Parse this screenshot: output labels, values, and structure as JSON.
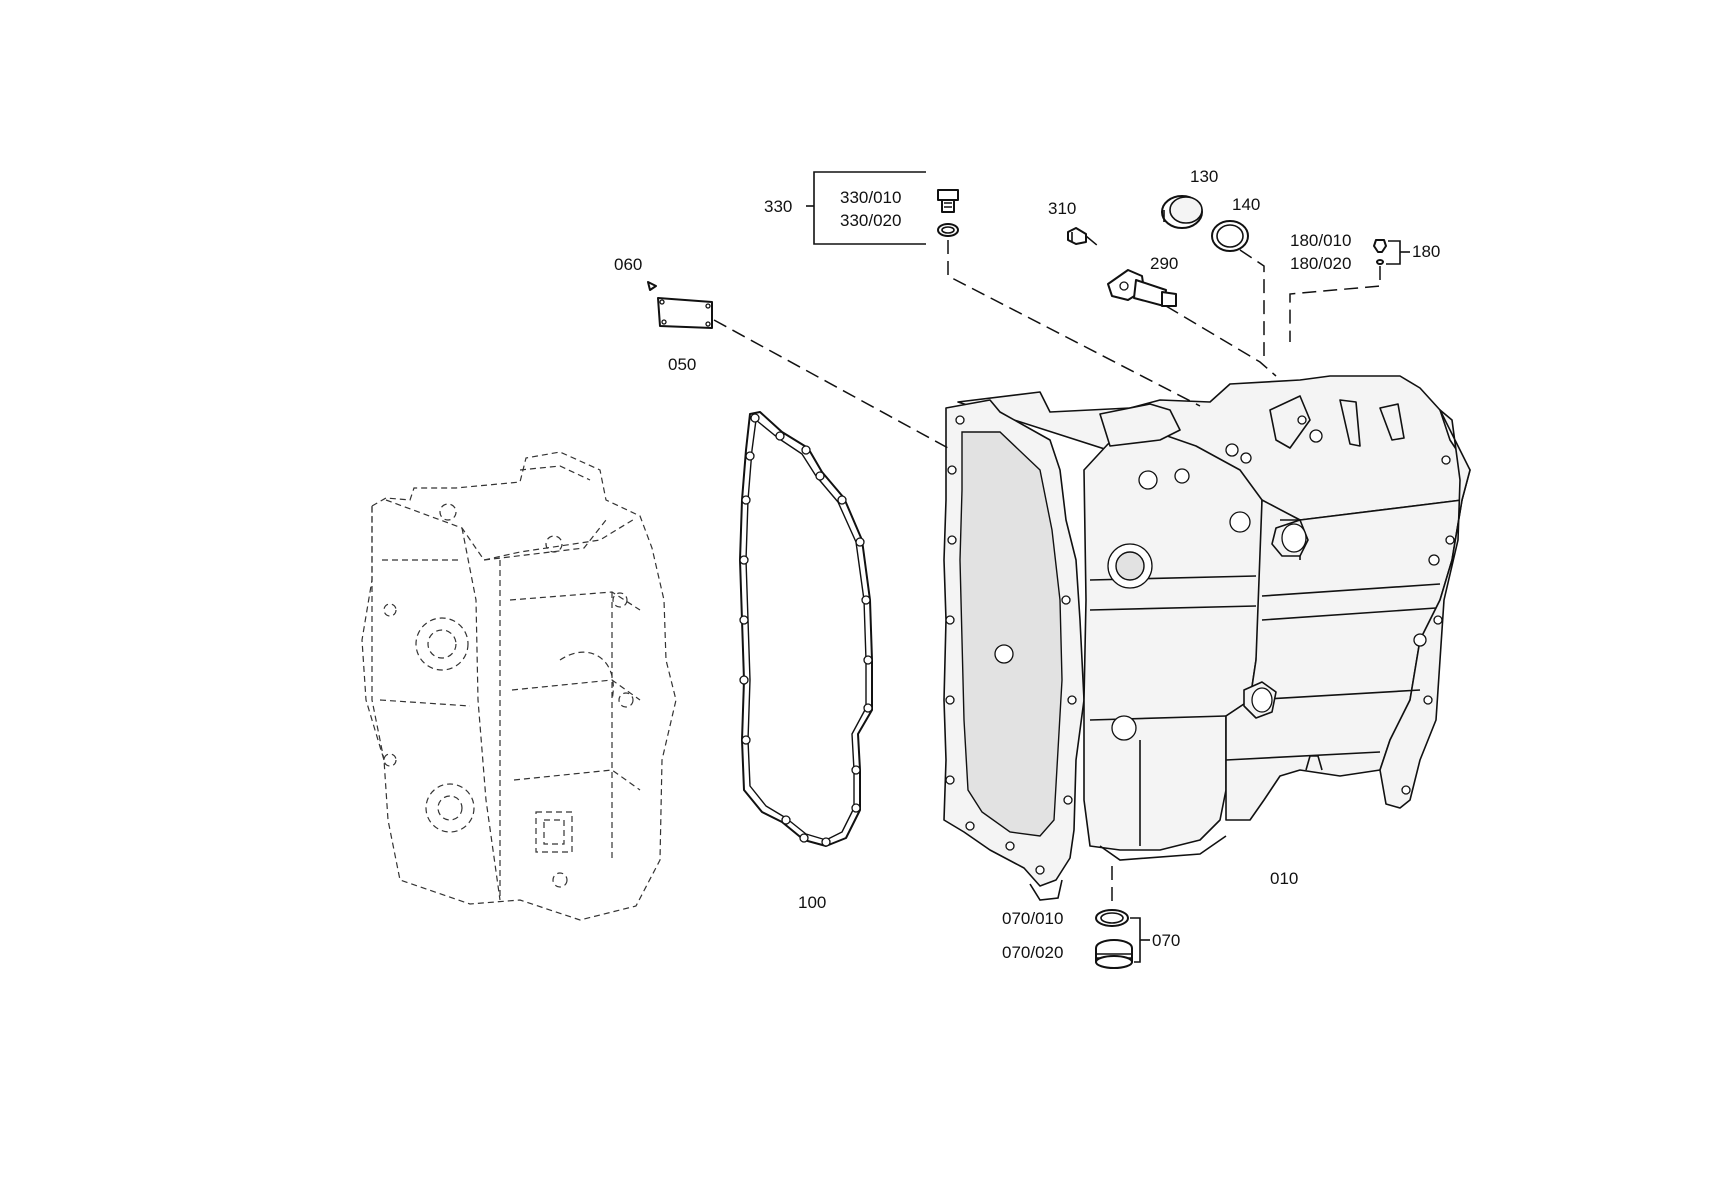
{
  "labels": {
    "p330": "330",
    "p330_010": "330/010",
    "p330_020": "330/020",
    "p310": "310",
    "p130": "130",
    "p140": "140",
    "p290": "290",
    "p180_010": "180/010",
    "p180_020": "180/020",
    "p180": "180",
    "p060": "060",
    "p050": "050",
    "p100": "100",
    "p010": "010",
    "p070_010": "070/010",
    "p070_020": "070/020",
    "p070": "070"
  },
  "colors": {
    "line": "#111111",
    "background": "#ffffff"
  }
}
